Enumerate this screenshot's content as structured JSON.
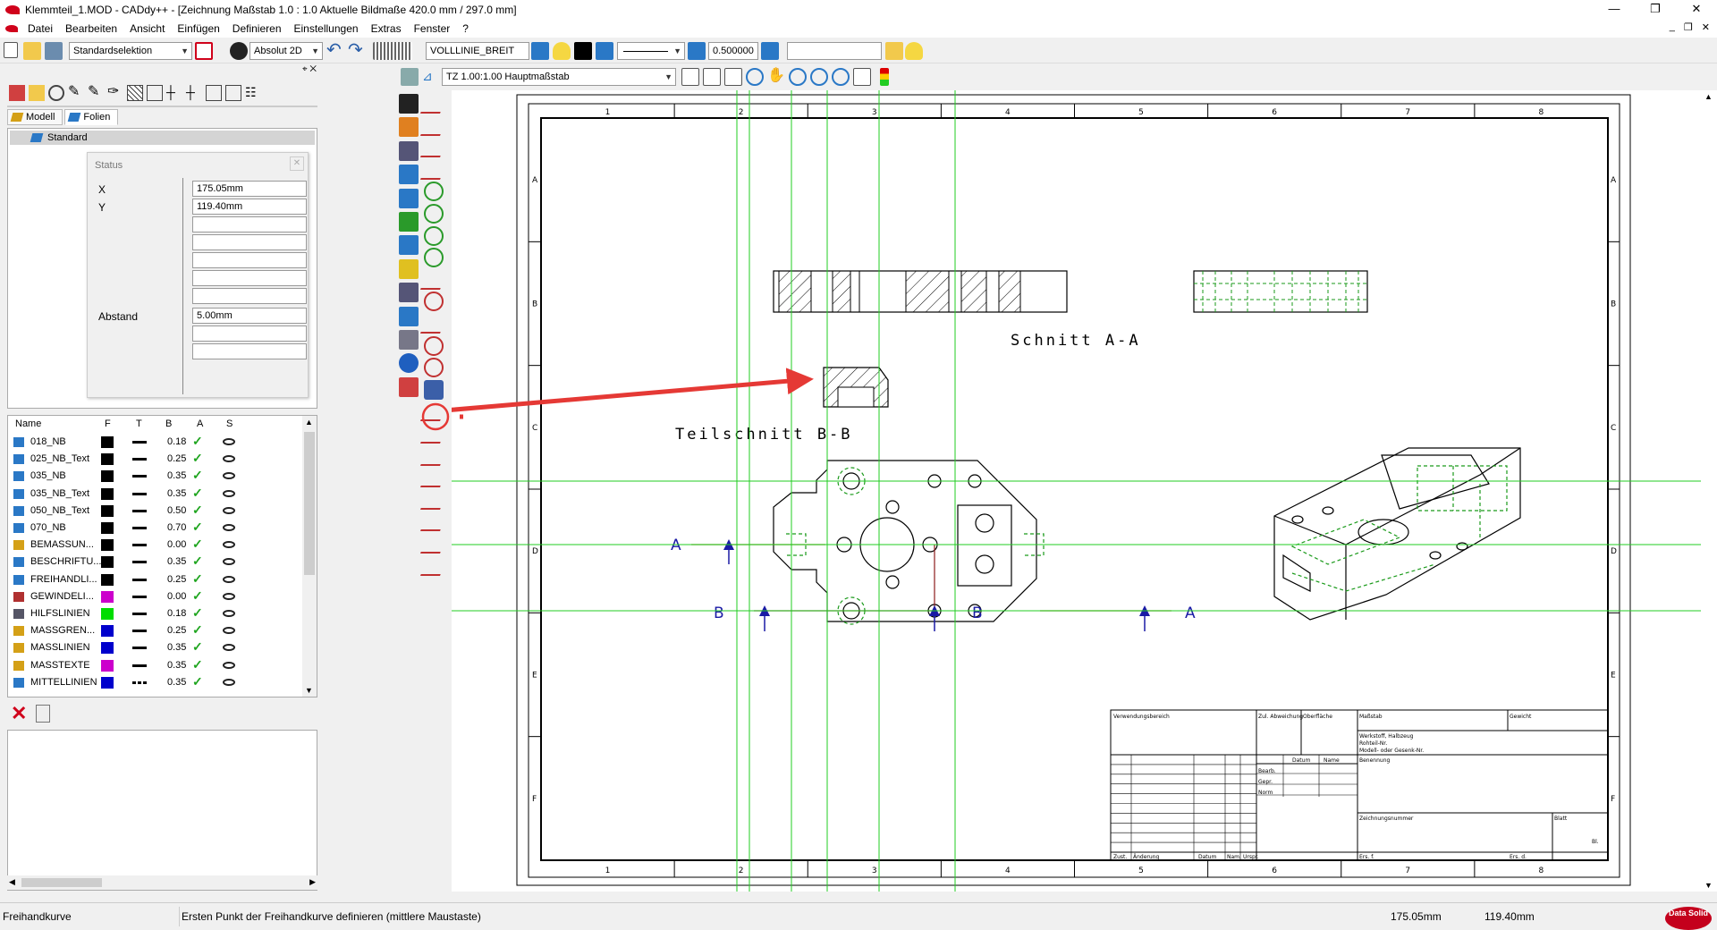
{
  "window": {
    "title": "Klemmteil_1.MOD  -  CADdy++ - [Zeichnung   Maßstab 1.0 : 1.0   Aktuelle Bildmaße 420.0 mm / 297.0 mm]",
    "controls": [
      "—",
      "❐",
      "✕"
    ]
  },
  "menu": [
    "Datei",
    "Bearbeiten",
    "Ansicht",
    "Einfügen",
    "Definieren",
    "Einstellungen",
    "Extras",
    "Fenster",
    "?"
  ],
  "mdi_controls": [
    "_",
    "❐",
    "✕"
  ],
  "toolbar1": {
    "selection_mode": "Standardselektion",
    "coord_mode": "Absolut 2D",
    "linetype": "VOLLLINIE_BREIT",
    "line_width": "0.500000",
    "text_field": ""
  },
  "toolbar2": {
    "scale": "TZ 1.00:1.00 Hauptmaßstab"
  },
  "left_panel": {
    "tabs": [
      "Modell",
      "Folien"
    ],
    "active_tab": "Folien",
    "layer_header": "Standard"
  },
  "status_dialog": {
    "title": "Status",
    "close": "✕",
    "x_label": "X",
    "x_value": "175.05mm",
    "y_label": "Y",
    "y_value": "119.40mm",
    "abstand_label": "Abstand",
    "abstand_value": "5.00mm"
  },
  "layer_table": {
    "columns": [
      "Name",
      "F",
      "T",
      "B",
      "A",
      "S"
    ],
    "rows": [
      {
        "name": "018_NB",
        "color": "#000000",
        "width": "0.18",
        "icon": "layer-icon",
        "dashed": false
      },
      {
        "name": "025_NB_Text",
        "color": "#000000",
        "width": "0.25",
        "icon": "layer-icon",
        "dashed": false
      },
      {
        "name": "035_NB",
        "color": "#000000",
        "width": "0.35",
        "icon": "layer-icon",
        "dashed": false
      },
      {
        "name": "035_NB_Text",
        "color": "#000000",
        "width": "0.35",
        "icon": "layer-icon",
        "dashed": false
      },
      {
        "name": "050_NB_Text",
        "color": "#000000",
        "width": "0.50",
        "icon": "layer-icon",
        "dashed": false
      },
      {
        "name": "070_NB",
        "color": "#000000",
        "width": "0.70",
        "icon": "layer-icon",
        "dashed": false
      },
      {
        "name": "BEMASSUN...",
        "color": "#000000",
        "width": "0.00",
        "icon": "dimension-icon",
        "dashed": false
      },
      {
        "name": "BESCHRIFTU...",
        "color": "#000000",
        "width": "0.35",
        "icon": "text-icon",
        "dashed": false
      },
      {
        "name": "FREIHANDLI...",
        "color": "#000000",
        "width": "0.25",
        "icon": "freehand-icon",
        "dashed": false
      },
      {
        "name": "GEWINDELI...",
        "color": "#cc00cc",
        "width": "0.00",
        "icon": "thread-icon",
        "dashed": false
      },
      {
        "name": "HILFSLINIEN",
        "color": "#00dd00",
        "width": "0.18",
        "icon": "helpline-icon",
        "dashed": false
      },
      {
        "name": "MASSGREN...",
        "color": "#0000cc",
        "width": "0.25",
        "icon": "dimension-icon",
        "dashed": false
      },
      {
        "name": "MASSLINIEN",
        "color": "#0000cc",
        "width": "0.35",
        "icon": "dimension-icon",
        "dashed": false
      },
      {
        "name": "MASSTEXTE",
        "color": "#cc00cc",
        "width": "0.35",
        "icon": "dimension-icon",
        "dashed": false
      },
      {
        "name": "MITTELLINIEN",
        "color": "#0000cc",
        "width": "0.35",
        "icon": "centerline-icon",
        "dashed": true
      }
    ]
  },
  "drawing": {
    "grid_cols": [
      "1",
      "2",
      "3",
      "4",
      "5",
      "6",
      "7",
      "8"
    ],
    "grid_rows": [
      "A",
      "B",
      "C",
      "D",
      "E",
      "F"
    ],
    "section_aa": "Schnitt  A-A",
    "section_bb": "Teilschnitt  B-B",
    "label_a": "A",
    "label_b": "B",
    "titleblock": {
      "verwendungsbereich": "Verwendungsbereich",
      "abweichung": "Zul. Abweichung",
      "oberflaeche": "Oberfläche",
      "massstab": "Maßstab",
      "gewicht": "Gewicht",
      "werkstoff": "Werkstoff, Halbzeug",
      "rohteil": "Rohteil-Nr.",
      "modell": "Modell- oder Gesenk-Nr.",
      "datum": "Datum",
      "name": "Name",
      "bearb": "Bearb.",
      "gepr": "Gepr.",
      "norm": "Norm",
      "benennung": "Benennung",
      "zeichnungsnummer": "Zeichnungsnummer",
      "blatt": "Blatt",
      "bl": "Bl.",
      "zust": "Zust.",
      "aenderung": "Änderung",
      "datum2": "Datum",
      "nam": "Nam.",
      "urspr": "Urspr.",
      "ers_f": "Ers. f.",
      "ers_d": "Ers. d."
    }
  },
  "statusbar": {
    "tool": "Freihandkurve",
    "message": "Ersten Punkt der Freihandkurve definieren (mittlere Maustaste)",
    "x": "175.05mm",
    "y": "119.40mm",
    "logo": "Data Solid"
  },
  "colors": {
    "annotation_arrow": "#e53935",
    "helpline": "#22cc22",
    "dimension_blue": "#1a1aa6"
  }
}
